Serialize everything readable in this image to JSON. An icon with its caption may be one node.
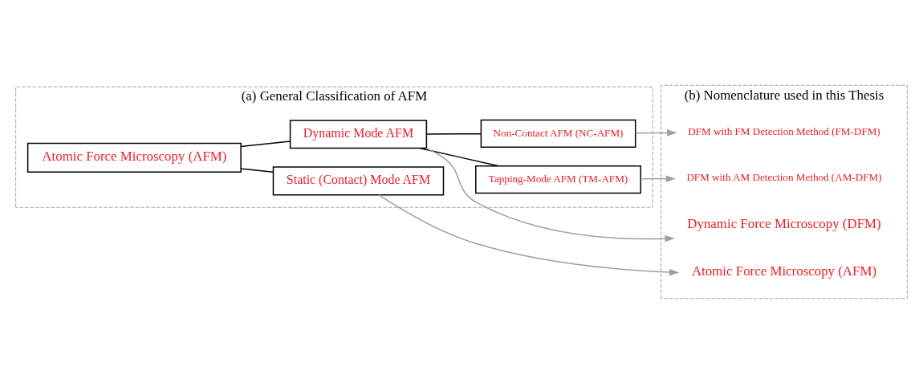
{
  "diagram": {
    "nodes": [
      {
        "text": [
          "(a) General Classification of AFM"
        ]
      },
      {
        "text": [
          "Atomic Force Microscopy (AFM)"
        ],
        "in": 0
      },
      {
        "text": [
          "Static (Contact) Mode AFM"
        ],
        "in": 0
      },
      {
        "text": [
          "Dynamic Mode AFM"
        ],
        "in": 0
      },
      {
        "text": [
          "Tapping-Mode AFM (TM-AFM)"
        ],
        "in": 0
      },
      {
        "text": [
          "Non-Contact AFM (NC-AFM)"
        ],
        "in": 0
      },
      {
        "text": [
          "(b) Nomenclature used in this Thesis"
        ]
      },
      {
        "text": [
          "Atomic Force Microscopy (AFM)"
        ],
        "in": 6
      },
      {
        "text": [
          "Dynamic Force Microscopy (DFM)"
        ],
        "in": 6
      },
      {
        "text": [
          "DFM with AM Detection Method (AM-DFM)"
        ],
        "in": 6
      },
      {
        "text": [
          "DFM with FM Detection Method (FM-DFM)"
        ],
        "in": 6
      }
    ],
    "edges": [
      {
        "from": 1,
        "to": 2,
        "arrow": "none"
      },
      {
        "from": 1,
        "to": 3,
        "arrow": "none"
      },
      {
        "from": 3,
        "to": 4,
        "arrow": "none"
      },
      {
        "from": 3,
        "to": 5,
        "arrow": "none"
      },
      {
        "from": 2,
        "to": 7,
        "arrow": "to",
        "color": "#a0a0a0"
      },
      {
        "from": 3,
        "to": 8,
        "arrow": "to",
        "color": "#a0a0a0"
      },
      {
        "from": 4,
        "to": 9,
        "arrow": "to",
        "color": "#a0a0a0"
      },
      {
        "from": 5,
        "to": 10,
        "arrow": "to",
        "color": "#a0a0a0"
      }
    ]
  }
}
